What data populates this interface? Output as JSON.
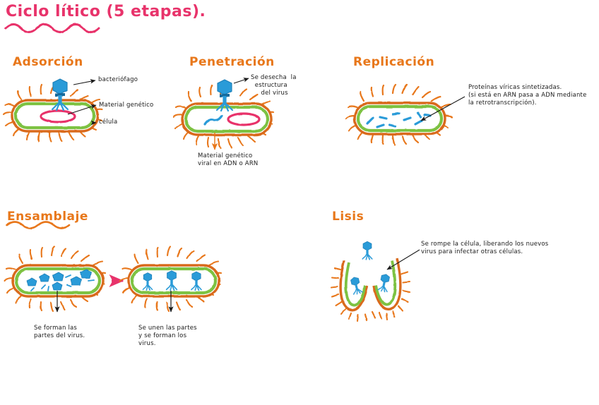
{
  "page": {
    "title": "Ciclo lítico (5 etapas).",
    "title_color": "#E8336B",
    "background": "#ffffff"
  },
  "palette": {
    "membrane_orange": "#D96A1E",
    "cytoplasm_green": "#7DC242",
    "bacterial_dna_pink": "#E8336B",
    "virus_blue": "#2B9BD8",
    "heading_orange": "#E8771A",
    "ink_black": "#1a1a1a",
    "cilia_orange": "#E8771A"
  },
  "stages": [
    {
      "id": "adsorcion",
      "heading": "Adsorción",
      "underline": "straight",
      "labels": [
        {
          "id": "bacteriofago",
          "text": "bacteriófago"
        },
        {
          "id": "material-genetico",
          "text": "Material genético"
        },
        {
          "id": "celula",
          "text": "célula"
        }
      ]
    },
    {
      "id": "penetracion",
      "heading": "Penetración",
      "underline": "straight",
      "labels": [
        {
          "id": "desecha-estructura",
          "text": "Se desecha  la\n  estructura\n     del virus"
        },
        {
          "id": "material-genetico-viral",
          "text": "Material genético\nviral en ADN o ARN"
        }
      ]
    },
    {
      "id": "replicacion",
      "heading": "Replicación",
      "underline": "straight",
      "labels": [
        {
          "id": "proteinas-viricas",
          "text": "Proteínas víricas sintetizadas.\n(si está en ARN pasa a ADN mediante\nla retrotranscripción)."
        }
      ]
    },
    {
      "id": "ensamblaje",
      "heading": "Ensamblaje",
      "underline": "wavy",
      "labels": [
        {
          "id": "forman-partes",
          "text": "Se forman las\npartes del virus."
        },
        {
          "id": "unen-partes",
          "text": "Se unen las partes\ny se forman los\nvirus."
        }
      ]
    },
    {
      "id": "lisis",
      "heading": "Lisis",
      "underline": "straight",
      "labels": [
        {
          "id": "rompe-celula",
          "text": "Se rompe la célula, liberando los nuevos\nvirus para infectar otras células."
        }
      ]
    }
  ]
}
